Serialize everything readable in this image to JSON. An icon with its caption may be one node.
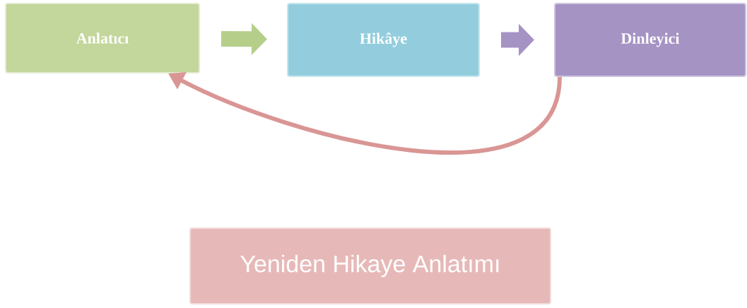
{
  "diagram": {
    "nodes": [
      {
        "text": [
          "Anlatıcı"
        ]
      },
      {
        "text": [
          "Hikâye"
        ]
      },
      {
        "text": [
          "Dinleyici"
        ]
      },
      {
        "text": [
          "Yeniden Hikaye Anlatımı"
        ]
      }
    ],
    "edges": [
      {
        "from": 0,
        "to": 1,
        "arrow": "to",
        "color": "#b5cf8a"
      },
      {
        "from": 1,
        "to": 2,
        "arrow": "to",
        "color": "#a593c4"
      },
      {
        "from": 2,
        "to": 0,
        "arrow": "to",
        "color": "#d99694"
      }
    ]
  }
}
